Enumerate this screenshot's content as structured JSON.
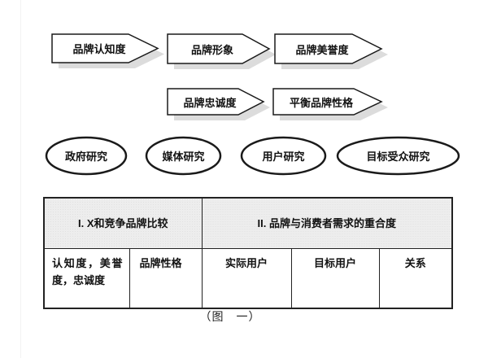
{
  "figure": {
    "caption": "（图　一）"
  },
  "flow": {
    "row1": [
      {
        "label": "品牌认知度"
      },
      {
        "label": "品牌形象"
      },
      {
        "label": "品牌美誉度"
      }
    ],
    "row2": [
      {
        "label": "品牌忠诚度"
      },
      {
        "label": "平衡品牌性格"
      }
    ]
  },
  "research": {
    "items": [
      {
        "label": "政府研究"
      },
      {
        "label": "媒体研究"
      },
      {
        "label": "用户研究"
      },
      {
        "label": "目标受众研究"
      }
    ]
  },
  "table": {
    "headers": [
      {
        "label": "I. X和竞争品牌比较"
      },
      {
        "label": "II. 品牌与消费者需求的重合度"
      }
    ],
    "cells": [
      {
        "label": "认知度，美誉度，忠诚度"
      },
      {
        "label": "品牌性格"
      },
      {
        "label": "实际用户"
      },
      {
        "label": "目标用户"
      },
      {
        "label": "关系"
      }
    ]
  },
  "colors": {
    "line": "#1a1a1a",
    "shadow": "#dcdcdc",
    "header_bg": "#ededed",
    "background": "#ffffff"
  }
}
